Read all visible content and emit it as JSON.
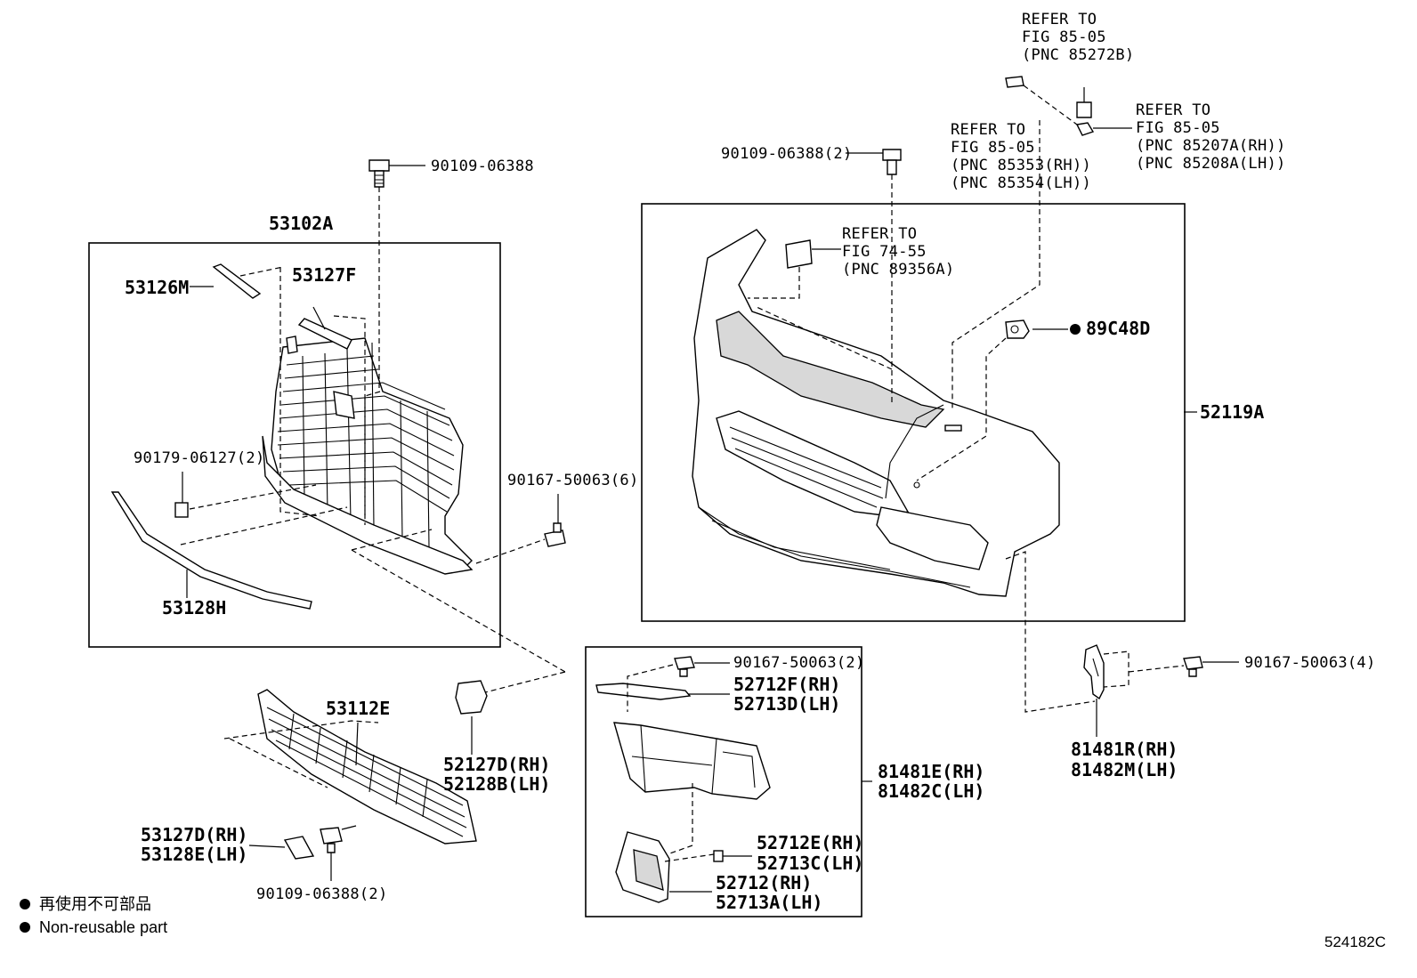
{
  "figure_id": "524182C",
  "legend": {
    "line_jp": "再使用不可部品",
    "line_en": "Non-reusable part"
  },
  "left_assembly": {
    "label": "53102A",
    "parts": {
      "bolt_top": "90109-06388",
      "emblem_strip_a": "53126M",
      "emblem_strip_b": "53127F",
      "clip": "90179-06127(2)",
      "lower_molding": "53128H",
      "screw_right": "90167-50063(6)"
    }
  },
  "lower_grille": {
    "label": "53112E",
    "bracket_rh": "52127D(RH)",
    "bracket_lh": "52128B(LH)",
    "cover_rh": "53127D(RH)",
    "cover_lh": "53128E(LH)",
    "bolt": "90109-06388(2)"
  },
  "bumper_assembly": {
    "label": "52119A",
    "bolt_top": "90109-06388(2)",
    "sensor": "89C48D",
    "refer_label": {
      "l1": "REFER TO",
      "l2": "FIG 74-55",
      "l3": "(PNC 89356A)"
    },
    "refer_85353": {
      "l1": "REFER TO",
      "l2": "FIG 85-05",
      "l3": "(PNC 85353(RH))",
      "l4": "(PNC 85354(LH))"
    },
    "refer_85272": {
      "l1": "REFER TO",
      "l2": "FIG 85-05",
      "l3": "(PNC 85272B)"
    },
    "refer_85207": {
      "l1": "REFER TO",
      "l2": "FIG 85-05",
      "l3": "(PNC 85207A(RH))",
      "l4": "(PNC 85208A(LH))"
    }
  },
  "lamp_assembly": {
    "label_rh": "81481E(RH)",
    "label_lh": "81482C(LH)",
    "screw": "90167-50063(2)",
    "moulding_rh": "52712F(RH)",
    "moulding_lh": "52713D(LH)",
    "clip_rh": "52712E(RH)",
    "clip_lh": "52713C(LH)",
    "bezel_rh": "52712(RH)",
    "bezel_lh": "52713A(LH)"
  },
  "bracket_right": {
    "screw": "90167-50063(4)",
    "label_rh": "81481R(RH)",
    "label_lh": "81482M(LH)"
  }
}
